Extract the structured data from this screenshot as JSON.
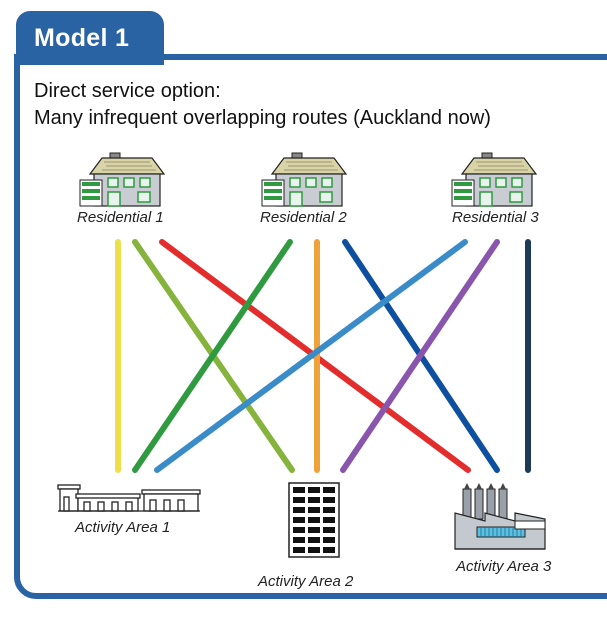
{
  "tab": {
    "label": "Model 1"
  },
  "heading": "Direct service option:",
  "subheading": "Many infrequent overlapping routes (Auckland now)",
  "residential": [
    {
      "label": "Residential 1",
      "icon": "house-icon"
    },
    {
      "label": "Residential 2",
      "icon": "house-icon"
    },
    {
      "label": "Residential 3",
      "icon": "house-icon"
    }
  ],
  "activity": [
    {
      "label": "Activity Area 1",
      "icon": "shops-icon"
    },
    {
      "label": "Activity Area 2",
      "icon": "office-building-icon"
    },
    {
      "label": "Activity Area 3",
      "icon": "factory-icon"
    }
  ],
  "routes": [
    {
      "from": "Residential 1",
      "to": "Activity Area 1",
      "color": "#ecdf4a"
    },
    {
      "from": "Residential 1",
      "to": "Activity Area 2",
      "color": "#86b33c"
    },
    {
      "from": "Residential 1",
      "to": "Activity Area 3",
      "color": "#e32d2d"
    },
    {
      "from": "Residential 2",
      "to": "Activity Area 1",
      "color": "#2f9a3f"
    },
    {
      "from": "Residential 2",
      "to": "Activity Area 2",
      "color": "#f0a23a"
    },
    {
      "from": "Residential 2",
      "to": "Activity Area 3",
      "color": "#0e4fa0"
    },
    {
      "from": "Residential 3",
      "to": "Activity Area 1",
      "color": "#3a8cc8"
    },
    {
      "from": "Residential 3",
      "to": "Activity Area 2",
      "color": "#8a55ad"
    },
    {
      "from": "Residential 3",
      "to": "Activity Area 3",
      "color": "#1d3a57"
    }
  ],
  "colors": {
    "frame": "#2a63a3",
    "tab_text": "#ffffff"
  }
}
